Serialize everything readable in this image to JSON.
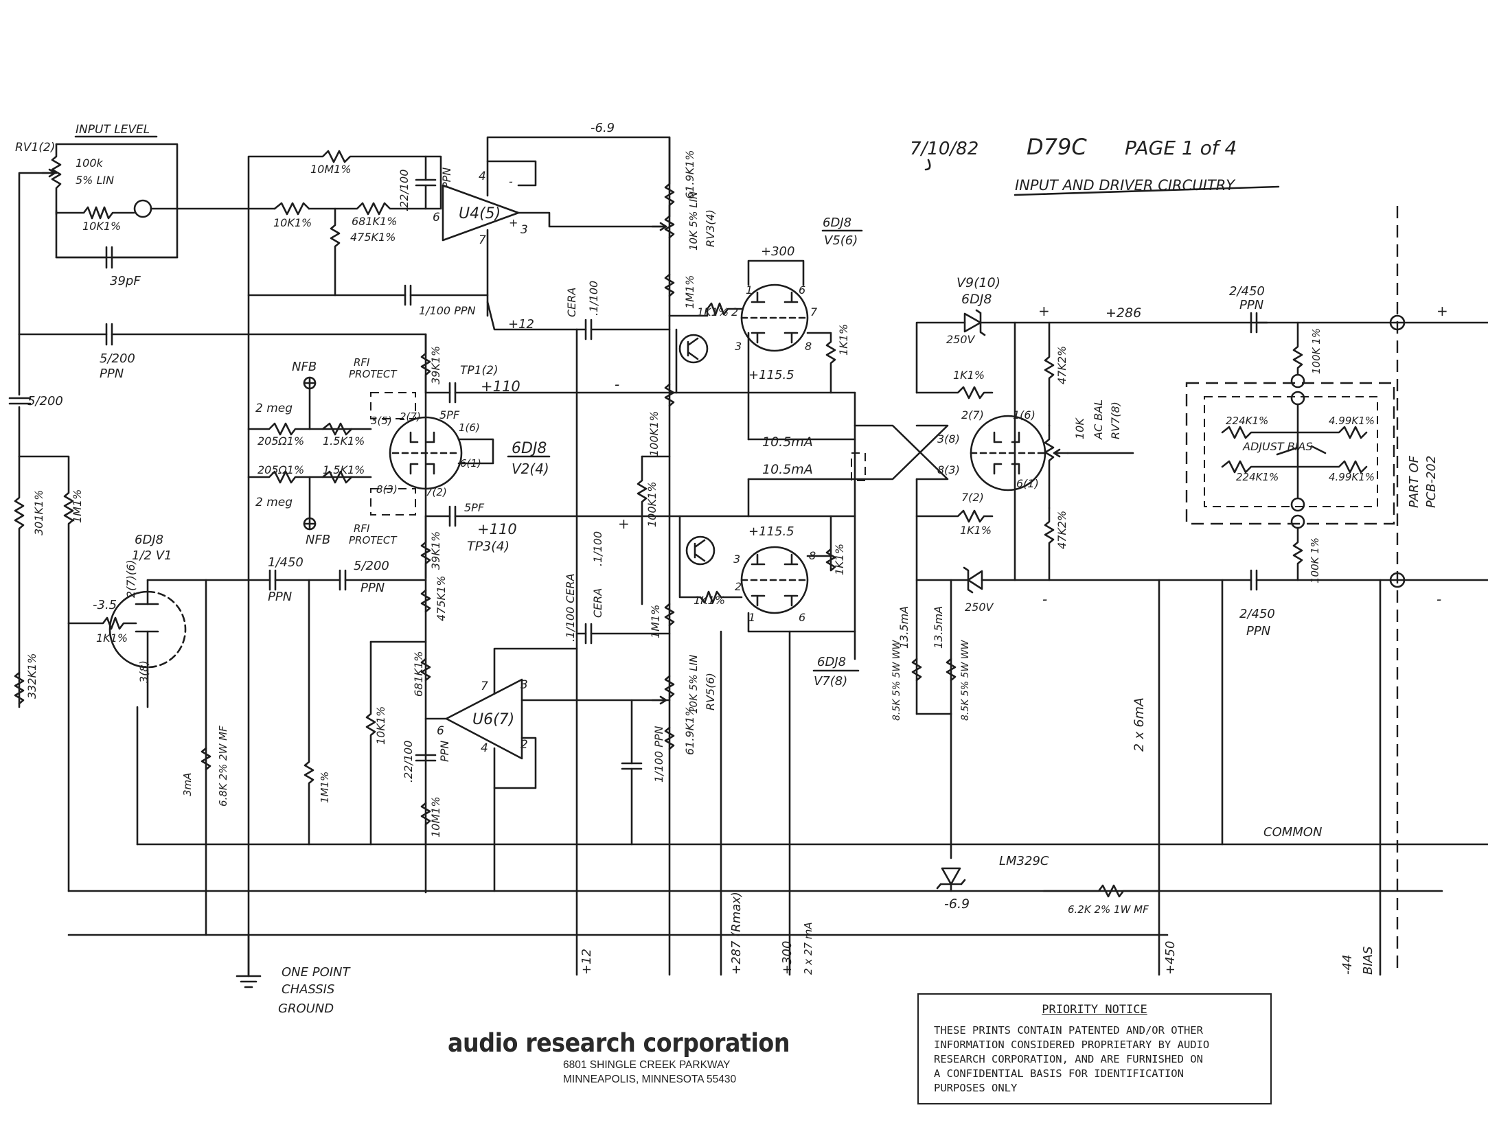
{
  "header": {
    "date": "7/10/82",
    "model": "D79C",
    "page": "PAGE 1 of 4",
    "subtitle": "INPUT AND DRIVER CIRCUITRY"
  },
  "labels": {
    "rv1": "RV1(2)",
    "input_level": "INPUT LEVEL",
    "pot_100k": "100k",
    "pot_taper": "5% LIN",
    "r_10k_in": "10K1%",
    "c_39pf": "39pF",
    "c_5_200_a": "5/200",
    "ppn_a": "PPN",
    "c_5_200_b": "5/200",
    "r_301k": "301K1%",
    "r_1m_a": "1M1%",
    "r_332k": "332K1%",
    "tube_v1": "6DJ8",
    "half_v1": "1/2 V1",
    "v1_bias": "-3.5",
    "v1_pin": "2(7)(6)",
    "r_1k_v1": "1K1%",
    "v1_cathode": "3(8)",
    "neg69_top": "-6.9",
    "r_10m": "10M1%",
    "c_22_100_a": ".22/100",
    "ppn_b": "PPN",
    "r_10k_b": "10K1%",
    "r_681k_a": "681K1%",
    "r_475k_a": "475K1%",
    "u4": "U4(5)",
    "u4_p4": "4",
    "u4_p6": "6",
    "u4_p7": "7",
    "u4_p3": "3",
    "c_1_100_ppn": "1/100 PPN",
    "plus12": "+12",
    "cera_a": "CERA",
    "c_1_100_a": ".1/100",
    "r_619k_a": "61.9K1%",
    "pot_rv3": "10K 5% LIN",
    "rv3": "RV3(4)",
    "r_1m_b": "1M1%",
    "r_1k_b": "1K1%",
    "nfb_a": "NFB",
    "rfi_a": "RFI",
    "rfi_prot_a": "PROTECT",
    "r_2meg_a": "2 meg",
    "r_205_a": "205Ω1%",
    "r_15k_a": "1.5K1%",
    "r_39k_a": "39K1%",
    "tp1": "TP1(2)",
    "v_110_a": "+110",
    "c_5pf": "5PF",
    "v2_p1": "2(7)",
    "v2_p2": "1(6)",
    "v2_p3": "3(5)",
    "v2_p4": "6(1)",
    "v2_p5": "8(3)",
    "v2_p6": "7(2)",
    "tube_v2": "6DJ8",
    "v2": "V2(4)",
    "r_205_b": "205Ω1%",
    "r_15k_b": "1.5K1%",
    "r_2meg_b": "2 meg",
    "nfb_b": "NFB",
    "rfi_b": "RFI",
    "rfi_prot_b": "PROTECT",
    "c_5pf_b": "5PF",
    "v_110_b": "+110",
    "tp3": "TP3(4)",
    "r_39k_b": "39K1%",
    "c_1_450_a": "1/450",
    "ppn_c": "PPN",
    "c_5_200_c": "5/200",
    "ppn_d": "PPN",
    "r_475k_b": "475K1%",
    "r_681k_b": "681K1%",
    "r_10k_c": "10K1%",
    "c_22_100_b": ".22/100",
    "ppn_e": "PPN",
    "r_10m_b": "10M1%",
    "r_3ma": "3mA",
    "r_68k_2w": "6.8K 2% 2W MF",
    "r_1m_c": "1M1%",
    "u6": "U6(7)",
    "u6_p7": "7",
    "u6_p3": "3",
    "u6_p6": "6",
    "u6_p4": "4",
    "u6_p2": "2",
    "c_1_100_cera": ".1/100 CERA",
    "c_1_100_ppn_b": "1/100 PPN",
    "r_619k_b": "61.9K1%",
    "pot_rv5": "10K 5% LIN",
    "rv5": "RV5(6)",
    "r_1m_d": "1M1%",
    "cera_b": "CERA",
    "c_1_100_b": ".1/100",
    "tube_v5": "6DJ8",
    "v5": "V5(6)",
    "plus300": "+300",
    "v5_p1": "1",
    "v5_p6": "6",
    "v5_p2": "2",
    "v5_p7": "7",
    "v5_p3": "3",
    "v5_p8": "8",
    "r_1k_c": "1K1%",
    "v_1155_a": "+115.5",
    "r_100k_a": "100K1%",
    "r_100k_b": "100K1%",
    "ma_105_a": "10.5mA",
    "ma_105_b": "10.5mA",
    "v_1155_b": "+115.5",
    "r_1k_d": "1K1%",
    "r_1k_e": "1K1%",
    "tube_v7": "6DJ8",
    "v7": "V7(8)",
    "v7_p3": "3",
    "v7_p8": "8",
    "v7_p2": "2",
    "v7_p1": "1",
    "v7_p6": "6",
    "tube_v9": "6DJ8",
    "v9": "V9(10)",
    "z_250v_a": "250V",
    "plus286": "+286",
    "plus_a": "+",
    "plus_b": "+",
    "c_2_450_a": "2/450",
    "ppn_f": "PPN",
    "r_1k_f": "1K1%",
    "v9_p1": "2(7)",
    "v9_p2": "1(6)",
    "v9_p3": "3(8)",
    "v9_p4": "8(3)",
    "v9_p5": "6(1)",
    "v9_p6": "7(2)",
    "r_47k_a": "47K2%",
    "pot_10k": "10K",
    "ac_bal": "AC BAL",
    "rv7": "RV7(8)",
    "r_47k_b": "47K2%",
    "r_1k_g": "1K1%",
    "z_250v_b": "250V",
    "minus_a": "-",
    "minus_b": "-",
    "r_100k_c": "100K 1%",
    "r_224k_a": "224K1%",
    "r_499k_a": "4.99K1%",
    "adjust_bias": "ADJUST BIAS",
    "r_224k_b": "224K1%",
    "r_499k_b": "4.99K1%",
    "r_100k_d": "100K 1%",
    "part_of": "PART OF",
    "pcb": "PCB-202",
    "c_2_450_b": "2/450",
    "ppn_g": "PPN",
    "ma_135_a": "13.5mA",
    "ma_135_b": "13.5mA",
    "r_85k_a": "8.5K 5% 5W WW",
    "r_85k_b": "8.5K 5% 5W WW",
    "ma_2x6": "2 x 6mA",
    "common": "COMMON",
    "lm329": "LM329C",
    "neg69_bot": "-6.9",
    "r_62k": "6.2K 2% 1W MF",
    "rail_12": "+12",
    "rail_287": "+287 (Rmax)",
    "rail_300": "+300",
    "rail_300_cur": "2 x 27 mA",
    "rail_450": "+450",
    "rail_44": "-44",
    "rail_bias": "BIAS",
    "ground_1": "ONE POINT",
    "ground_2": "CHASSIS",
    "ground_3": "GROUND"
  },
  "company": {
    "name": "audio research corporation",
    "address1": "6801 SHINGLE CREEK PARKWAY",
    "address2": "MINNEAPOLIS, MINNESOTA 55430"
  },
  "notice": {
    "title": "PRIORITY NOTICE",
    "body": "THESE PRINTS CONTAIN PATENTED AND/OR OTHER\nINFORMATION CONSIDERED PROPRIETARY BY AUDIO\nRESEARCH CORPORATION, AND ARE FURNISHED ON\nA CONFIDENTIAL BASIS FOR IDENTIFICATION\nPURPOSES ONLY"
  }
}
